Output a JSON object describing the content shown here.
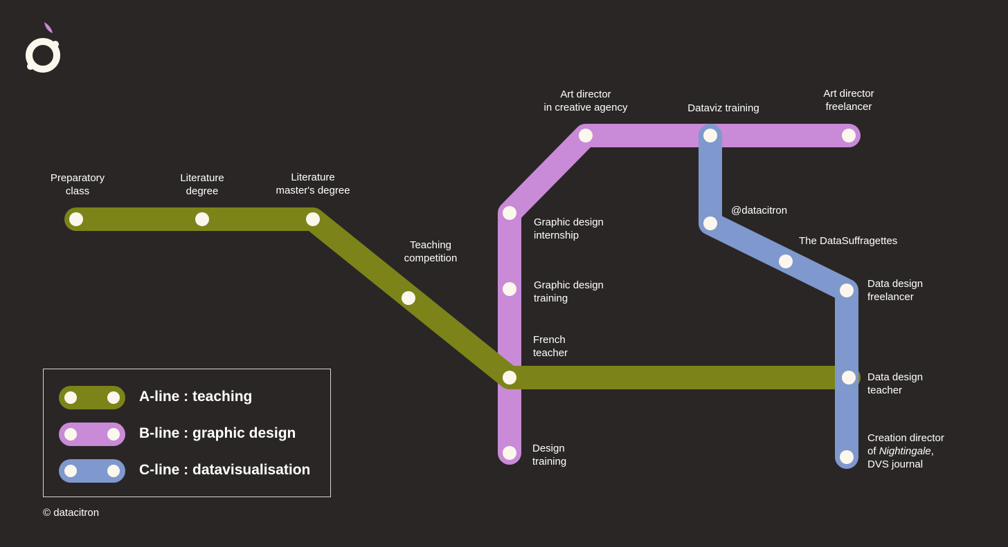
{
  "colors": {
    "background": "#2a2626",
    "a_line": "#7c8419",
    "b_line": "#c98ad8",
    "c_line": "#7f98cd",
    "station": "#fbf7ec",
    "text": "#ffffff"
  },
  "legend": {
    "a_line": "A-line : teaching",
    "b_line": "B-line : graphic design",
    "c_line": "C-line : datavisualisation"
  },
  "copyright": "© datacitron",
  "logo_icon": "lemon-logo-icon",
  "stations": {
    "preparatory_class": [
      "Preparatory",
      "class"
    ],
    "literature_degree": [
      "Literature",
      "degree"
    ],
    "literature_masters": [
      "Literature",
      "master's degree"
    ],
    "teaching_competition": [
      "Teaching",
      "competition"
    ],
    "french_teacher": [
      "French",
      "teacher"
    ],
    "data_design_teacher": [
      "Data design",
      "teacher"
    ],
    "design_training": [
      "Design",
      "training"
    ],
    "graphic_design_training": [
      "Graphic design",
      "training"
    ],
    "graphic_design_internship": [
      "Graphic design",
      "internship"
    ],
    "art_director_agency": [
      "Art director",
      "in creative agency"
    ],
    "dataviz_training": [
      "Dataviz training"
    ],
    "art_director_freelancer": [
      "Art director",
      "freelancer"
    ],
    "datacitron": [
      "@datacitron"
    ],
    "datasuffragettes": [
      "The DataSuffragettes"
    ],
    "data_design_freelancer": [
      "Data design",
      "freelancer"
    ],
    "creation_director": {
      "line1": "Creation director",
      "line2_prefix": "of ",
      "line2_italic": "Nightingale",
      "line2_suffix": ",",
      "line3": "DVS journal"
    }
  }
}
